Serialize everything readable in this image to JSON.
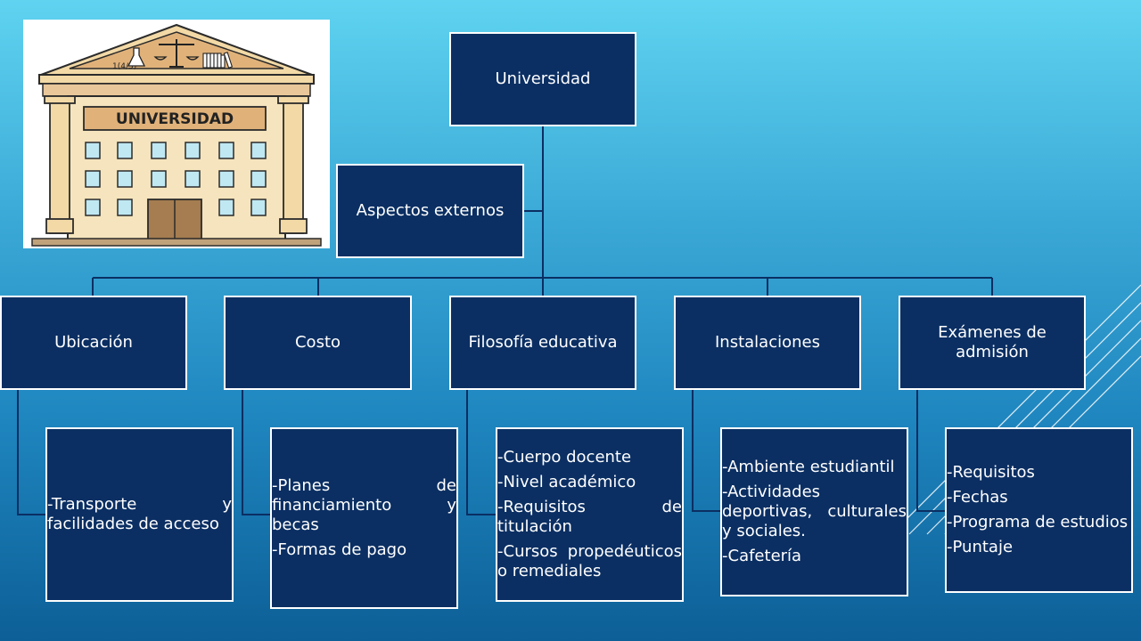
{
  "colors": {
    "box_fill": "#0b2f63",
    "box_border": "#ffffff",
    "connector": "#0b2f63"
  },
  "logo": {
    "sign_text": "UNIVERSIDAD",
    "formula_text": "1(4/5)"
  },
  "root": {
    "label": "Universidad"
  },
  "assistant": {
    "label": "Aspectos externos"
  },
  "categories": [
    {
      "label": "Ubicación",
      "items": [
        "-Transporte y facilidades de acceso"
      ]
    },
    {
      "label": "Costo",
      "items": [
        "-Planes de financiamiento y becas",
        "-Formas de pago"
      ]
    },
    {
      "label": "Filosofía educativa",
      "items": [
        "-Cuerpo docente",
        "-Nivel académico",
        "-Requisitos de titulación",
        "-Cursos propedéuticos o remediales"
      ]
    },
    {
      "label": "Instalaciones",
      "items": [
        "-Ambiente estudiantil",
        "-Actividades deportivas, culturales y sociales.",
        "-Cafetería"
      ]
    },
    {
      "label": "Exámenes de admisión",
      "items": [
        "-Requisitos",
        "-Fechas",
        "-Programa de estudios",
        "-Puntaje"
      ]
    }
  ]
}
